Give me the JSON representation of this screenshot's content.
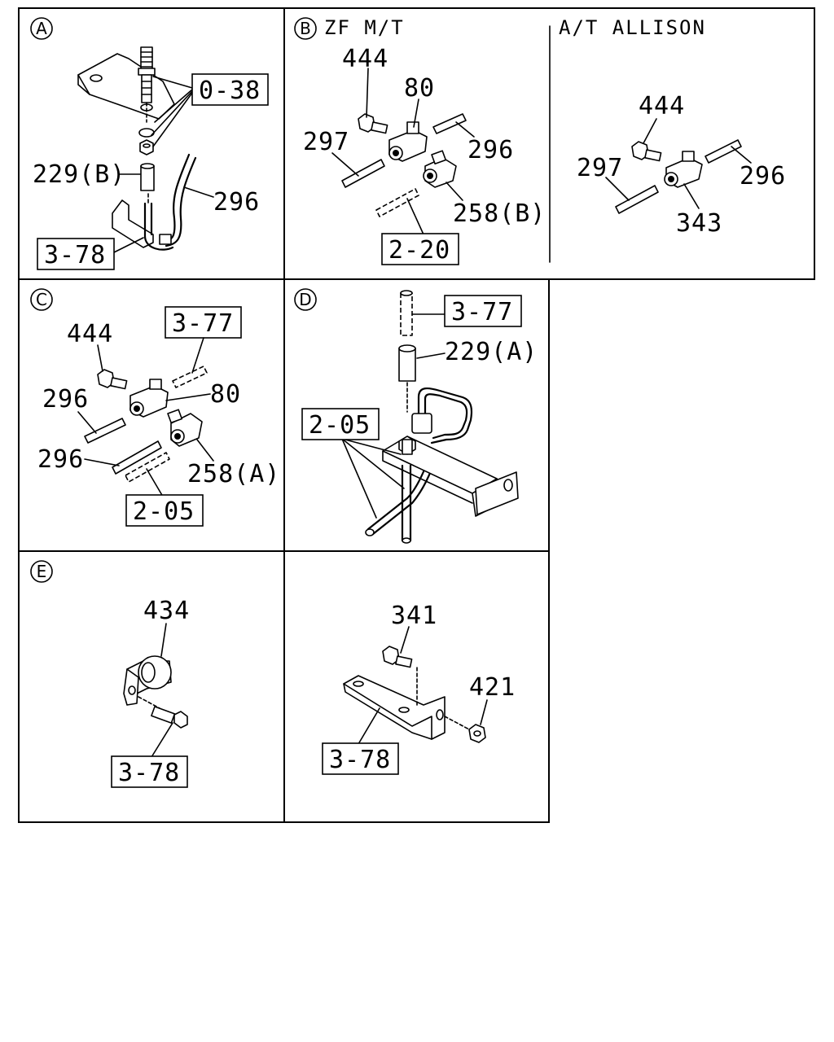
{
  "panels": {
    "a": {
      "id": "A",
      "refs": {
        "ref_0_38": "0-38",
        "ref_3_78": "3-78"
      },
      "parts": {
        "p229b": "229(B)",
        "p296": "296"
      }
    },
    "b": {
      "id": "B",
      "header_zf": "ZF M/T",
      "header_allison": "A/T ALLISON",
      "refs": {
        "ref_2_20": "2-20"
      },
      "parts": {
        "p444": "444",
        "p80": "80",
        "p297": "297",
        "p296": "296",
        "p258b": "258(B)"
      },
      "allison_parts": {
        "p444": "444",
        "p297": "297",
        "p296": "296",
        "p343": "343"
      }
    },
    "c": {
      "id": "C",
      "refs": {
        "ref_3_77": "3-77",
        "ref_2_05": "2-05"
      },
      "parts": {
        "p444": "444",
        "p80": "80",
        "p296a": "296",
        "p296b": "296",
        "p258a": "258(A)"
      }
    },
    "d": {
      "id": "D",
      "refs": {
        "ref_3_77": "3-77",
        "ref_2_05": "2-05"
      },
      "parts": {
        "p229a": "229(A)"
      }
    },
    "e": {
      "id": "E",
      "refs": {
        "ref_3_78": "3-78"
      },
      "parts": {
        "p434": "434"
      }
    },
    "f": {
      "refs": {
        "ref_3_78": "3-78"
      },
      "parts": {
        "p341": "341",
        "p421": "421"
      }
    }
  }
}
